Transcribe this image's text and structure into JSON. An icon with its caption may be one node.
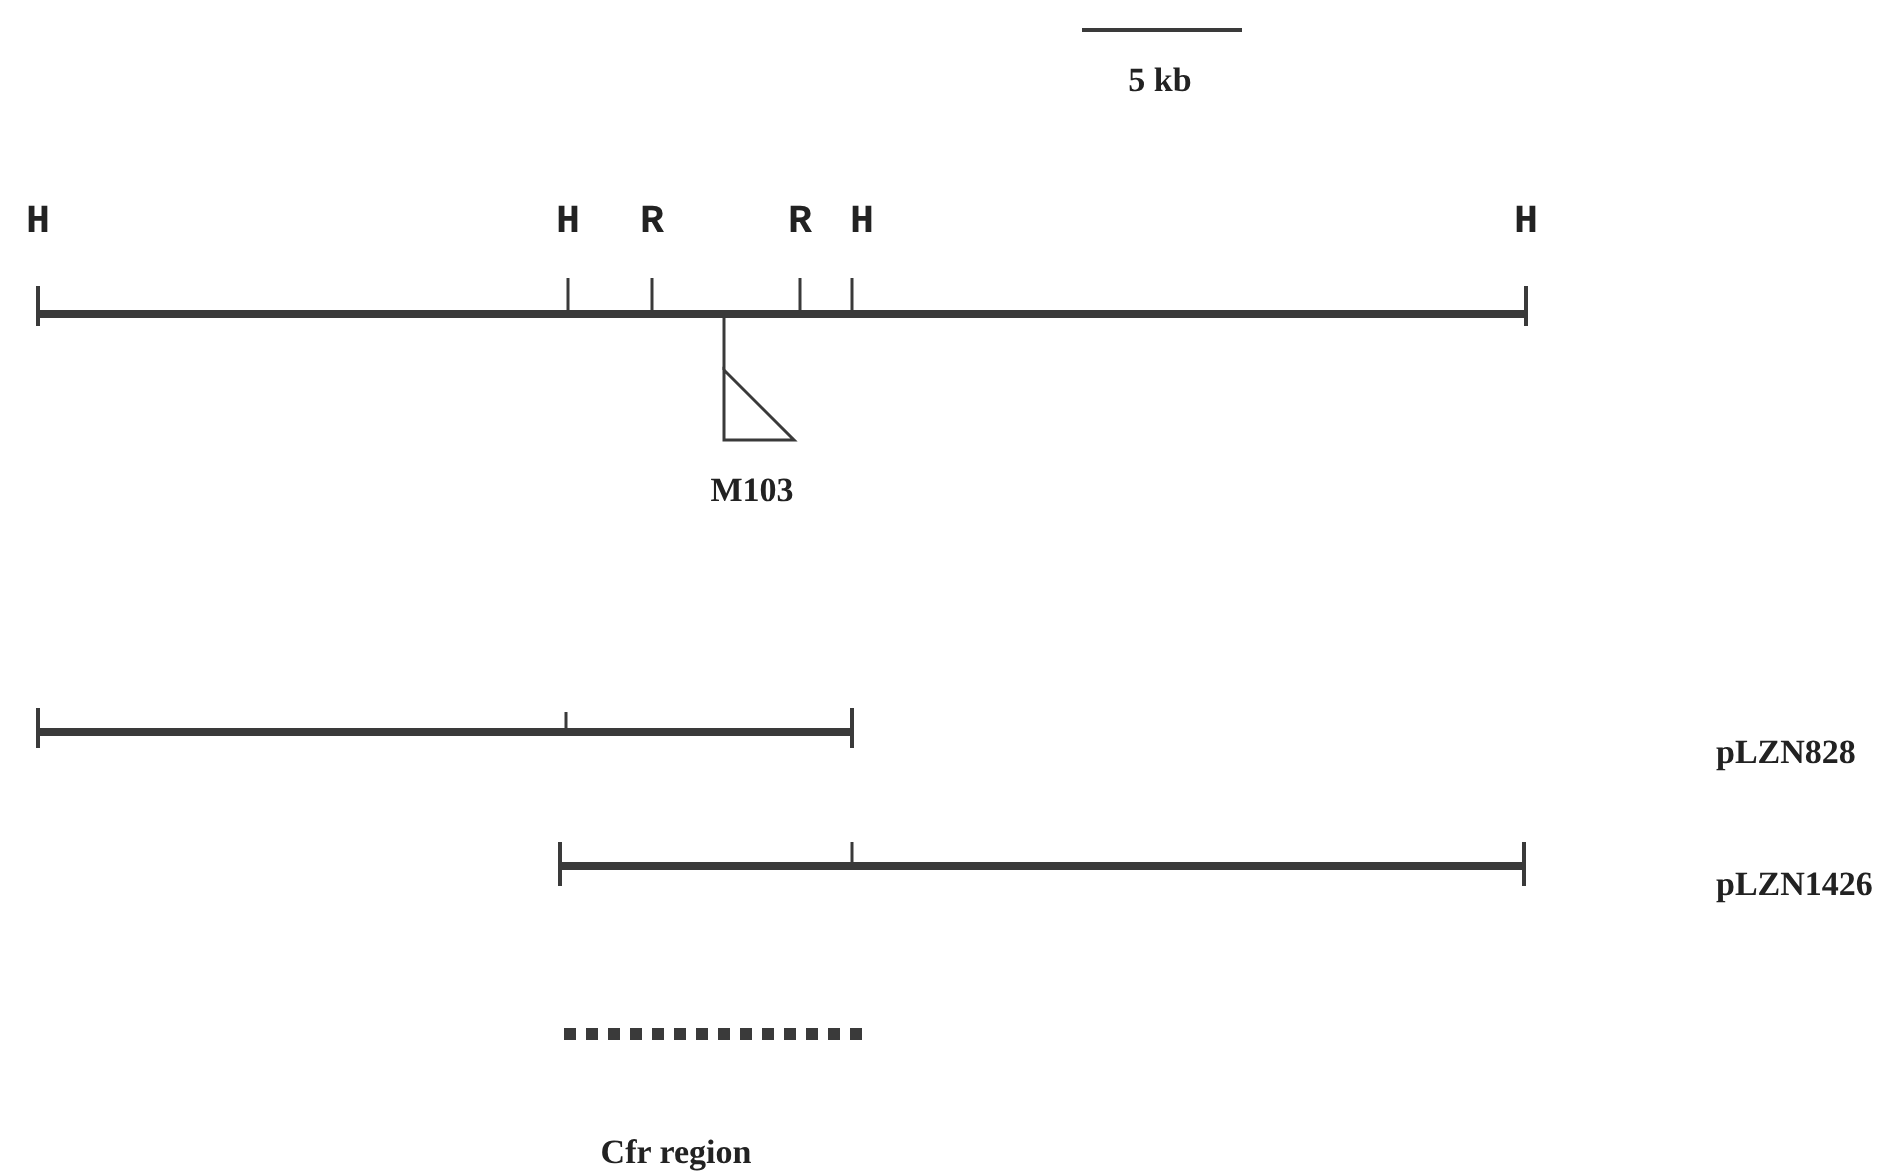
{
  "diagram": {
    "labels": [
      "5 kb",
      "H",
      "H",
      "R",
      "R",
      "H",
      "H",
      "M103",
      "pLZN828",
      "pLZN1426",
      "Cfr region"
    ]
  }
}
